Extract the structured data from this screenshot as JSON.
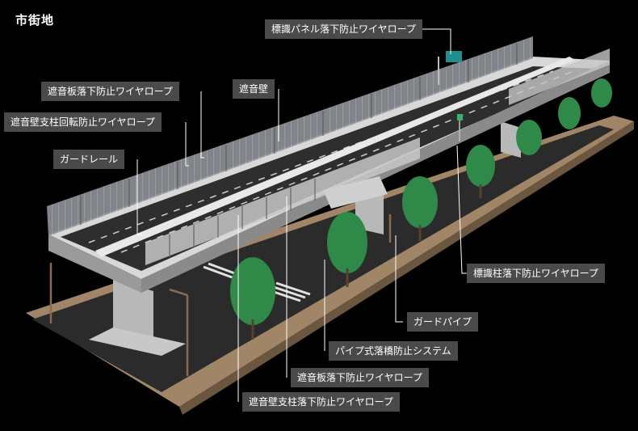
{
  "title": "市街地",
  "labels": {
    "panel_sign_rope": "標識パネル落下防止ワイヤロープ",
    "soundboard_rope_top": "遮音板落下防止ワイヤロープ",
    "sound_wall": "遮音壁",
    "sound_wall_post_rotation_rope": "遮音壁支柱回転防止ワイヤロープ",
    "guardrail": "ガードレール",
    "sign_post_rope": "標識柱落下防止ワイヤロープ",
    "guard_pipe": "ガードパイプ",
    "pipe_bridge_fall_system": "パイプ式落橋防止システム",
    "soundboard_rope_bottom": "遮音板落下防止ワイヤロープ",
    "sound_wall_post_fall_rope": "遮音壁支柱落下防止ワイヤロープ"
  },
  "colors": {
    "background": "#000000",
    "label_bg": "#4a4a4a",
    "deck": "#d8d8d8",
    "road": "#2e2e2e",
    "tree": "#2f8a4a",
    "ground": "#a08666",
    "sign": "#1f8f8f"
  }
}
